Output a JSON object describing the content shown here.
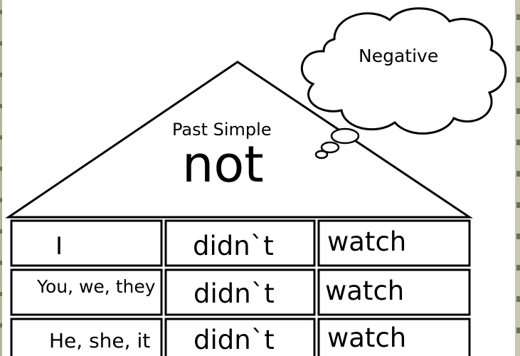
{
  "roof": {
    "subtitle": "Past Simple",
    "word": "not"
  },
  "cloud": {
    "label": "Negative"
  },
  "table": {
    "rows": [
      [
        "I",
        "didn`t",
        "watch"
      ],
      [
        "You, we, they",
        "didn`t",
        "watch"
      ],
      [
        "He, she, it",
        "didn`t",
        "watch"
      ]
    ]
  },
  "colors": {
    "ink": "#000000",
    "background": "#ffffff",
    "edge_pattern": "#9a9a7a"
  }
}
